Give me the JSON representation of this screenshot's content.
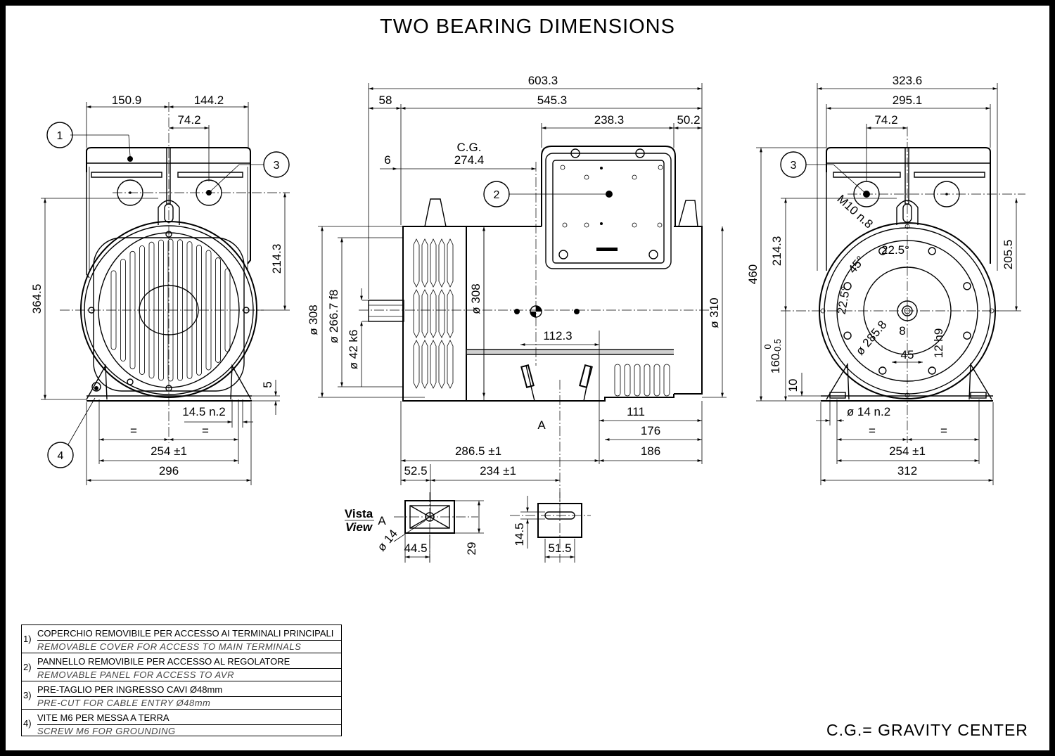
{
  "title": "TWO BEARING DIMENSIONS",
  "front_view": {
    "dims": [
      "150.9",
      "144.2",
      "74.2",
      "364.5",
      "214.3",
      "5",
      "14.5 n.2",
      "=",
      "=",
      "254 ±1",
      "296"
    ],
    "callouts": [
      "1",
      "3",
      "4"
    ]
  },
  "side_view": {
    "dims": [
      "603.3",
      "58",
      "545.3",
      "238.3",
      "50.2",
      "C.G.",
      "274.4",
      "6",
      "ø 308",
      "ø 266.7 f8",
      "ø 42 k6",
      "ø 308",
      "ø 310",
      "112.3",
      "A",
      "111",
      "176",
      "186",
      "286.5 ±1",
      "52.5",
      "234 ±1"
    ],
    "callouts": [
      "2"
    ]
  },
  "view_a": {
    "label_it": "Vista",
    "label_en": "View",
    "letter": "A",
    "dims": [
      "ø 14",
      "44.5",
      "29",
      "14.5",
      "51.5"
    ]
  },
  "rear_view": {
    "dims": [
      "323.6",
      "295.1",
      "74.2",
      "460",
      "214.3",
      "205.5",
      "M10 n.8",
      "22.5°",
      "45°",
      "22.5°",
      "ø 285.8",
      "8",
      "45",
      "12 h9",
      "160",
      "0",
      "-0.5",
      "10",
      "ø 14 n.2",
      "=",
      "=",
      "254 ±1",
      "312"
    ],
    "callouts": [
      "3"
    ]
  },
  "legend": [
    {
      "num": "1)",
      "it": "COPERCHIO REMOVIBILE PER ACCESSO AI TERMINALI PRINCIPALI",
      "en": "REMOVABLE COVER FOR ACCESS TO MAIN TERMINALS"
    },
    {
      "num": "2)",
      "it": "PANNELLO REMOVIBILE PER ACCESSO AL REGOLATORE",
      "en": "REMOVABLE PANEL FOR ACCESS TO AVR"
    },
    {
      "num": "3)",
      "it": "PRE-TAGLIO PER INGRESSO CAVI Ø48mm",
      "en": "PRE-CUT FOR CABLE ENTRY Ø48mm"
    },
    {
      "num": "4)",
      "it": "VITE M6 PER MESSA A TERRA",
      "en": "SCREW M6 FOR GROUNDING"
    }
  ],
  "footnote": "C.G.= GRAVITY CENTER"
}
